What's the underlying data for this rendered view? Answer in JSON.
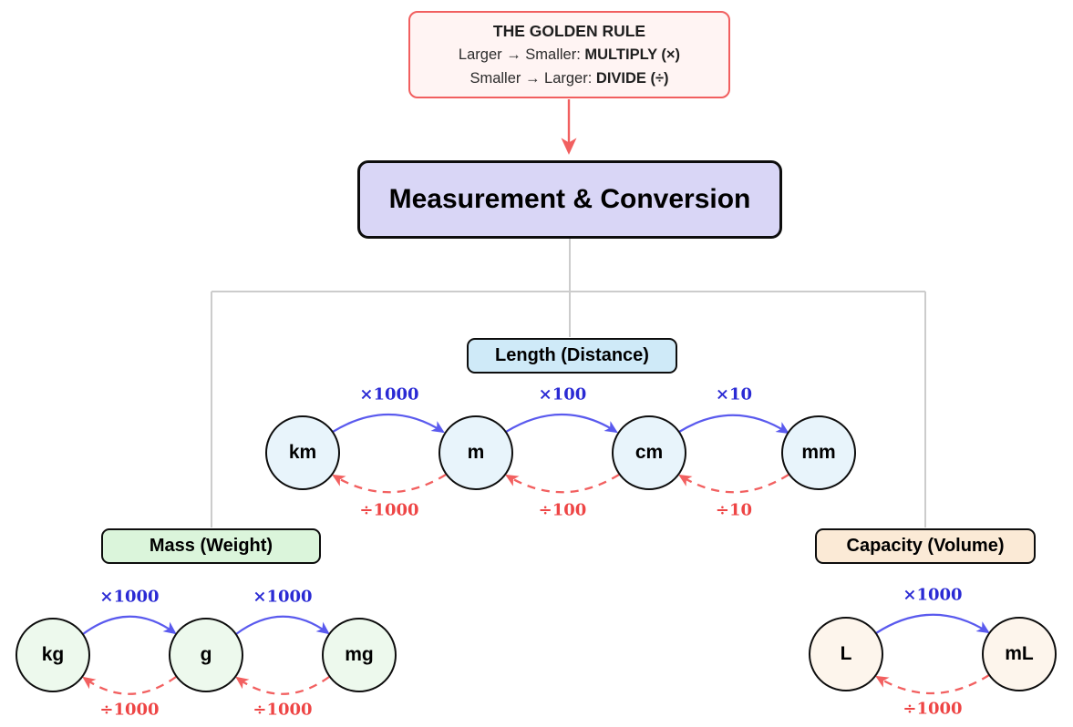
{
  "golden_rule": {
    "title": "THE GOLDEN RULE",
    "lines": [
      {
        "pre": "Larger → Smaller: ",
        "bold": "MULTIPLY (×)"
      },
      {
        "pre": "Smaller → Larger: ",
        "bold": "DIVIDE (÷)"
      }
    ]
  },
  "main_title": "Measurement & Conversion",
  "sections": {
    "length": {
      "label": "Length (Distance)",
      "units": [
        "km",
        "m",
        "cm",
        "mm"
      ],
      "multiply": [
        "×1000",
        "×100",
        "×10"
      ],
      "divide": [
        "÷1000",
        "÷100",
        "÷10"
      ]
    },
    "mass": {
      "label": "Mass (Weight)",
      "units": [
        "kg",
        "g",
        "mg"
      ],
      "multiply": [
        "×1000",
        "×1000"
      ],
      "divide": [
        "÷1000",
        "÷1000"
      ]
    },
    "capacity": {
      "label": "Capacity (Volume)",
      "units": [
        "L",
        "mL"
      ],
      "multiply": [
        "×1000"
      ],
      "divide": [
        "÷1000"
      ]
    }
  },
  "colors": {
    "golden_box_bg": "#fff4f3",
    "golden_box_border": "#f15f5f",
    "main_box_bg": "#d9d6f6",
    "length_header_bg": "#cfeaf8",
    "mass_header_bg": "#dbf5db",
    "capacity_header_bg": "#fbead6",
    "length_circle_bg": "#e8f4fb",
    "mass_circle_bg": "#edf9ed",
    "capacity_circle_bg": "#fdf5ec",
    "multiply_arrow": "#5a5aee",
    "multiply_text": "#2a2ad4",
    "divide_arrow": "#f26060",
    "divide_text": "#ee4545",
    "connector_gray": "#cccccc"
  }
}
